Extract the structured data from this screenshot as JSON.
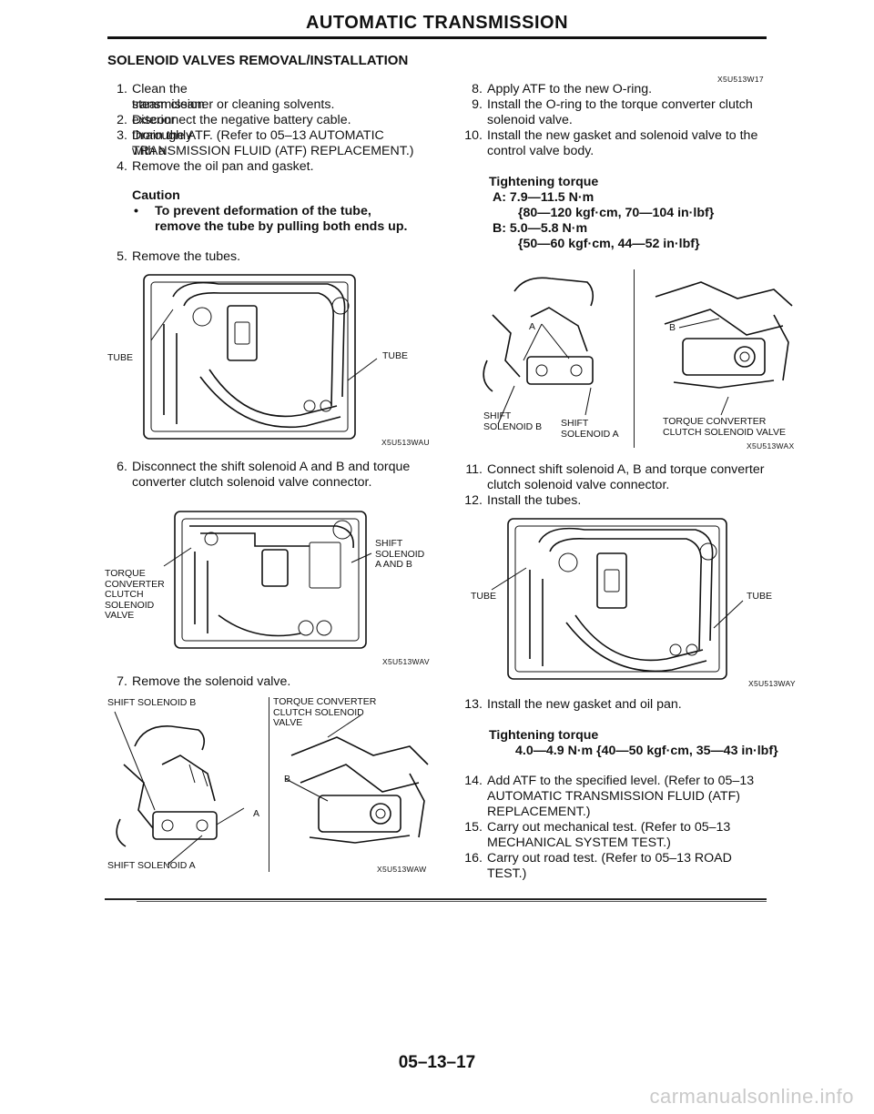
{
  "header": {
    "title": "AUTOMATIC TRANSMISSION"
  },
  "section": {
    "title": "SOLENOID VALVES REMOVAL/INSTALLATION"
  },
  "left": {
    "steps_a": [
      {
        "num": "1.",
        "lines": [
          "Clean the transmission exterior thoroughly with a",
          "steam cleaner or cleaning solvents."
        ]
      },
      {
        "num": "2.",
        "lines": [
          "Disconnect the negative battery cable."
        ]
      },
      {
        "num": "3.",
        "lines": [
          "Drain the ATF. (Refer to 05–13 AUTOMATIC",
          "TRANSMISSION FLUID (ATF) REPLACEMENT.)"
        ]
      },
      {
        "num": "4.",
        "lines": [
          "Remove the oil pan and gasket."
        ]
      }
    ],
    "caution": {
      "title": "Caution",
      "bullet": "•",
      "lines": [
        "To prevent deformation of the tube,",
        "remove the tube by pulling both ends up."
      ]
    },
    "step5": {
      "num": "5.",
      "text": "Remove the tubes."
    },
    "fig1": {
      "label_left": "TUBE",
      "label_right": "TUBE",
      "code": "X5U513WAU"
    },
    "step6": {
      "num": "6.",
      "lines": [
        "Disconnect the shift solenoid A and B and torque",
        "converter clutch solenoid valve connector."
      ]
    },
    "fig2": {
      "label_left": [
        "TORQUE",
        "CONVERTER",
        "CLUTCH",
        "SOLENOID",
        "VALVE"
      ],
      "label_right": [
        "SHIFT",
        "SOLENOID",
        "A AND B"
      ],
      "code": "X5U513WAV"
    },
    "step7": {
      "num": "7.",
      "text": "Remove the solenoid valve."
    },
    "fig3": {
      "label_top": "SHIFT SOLENOID B",
      "label_a": "A",
      "label_bottom": "SHIFT SOLENOID A",
      "label_right_top": [
        "TORQUE CONVERTER",
        "CLUTCH SOLENOID",
        "VALVE"
      ],
      "label_b": "B",
      "code": "X5U513WAW"
    }
  },
  "right": {
    "doc_code": "X5U513W17",
    "steps_b": [
      {
        "num": "8.",
        "lines": [
          "Apply ATF to the new O-ring."
        ]
      },
      {
        "num": "9.",
        "lines": [
          "Install the O-ring to the torque converter clutch",
          "solenoid valve."
        ]
      },
      {
        "num": "10.",
        "lines": [
          "Install the new gasket and solenoid valve to the",
          "control valve body."
        ]
      }
    ],
    "torque1": {
      "title": "Tightening torque",
      "lines": [
        "A: 7.9—11.5 N·m",
        "{80—120 kgf·cm, 70—104 in·lbf}",
        "B: 5.0—5.8 N·m",
        "{50—60 kgf·cm, 44—52 in·lbf}"
      ]
    },
    "fig4": {
      "label_a": "A",
      "label_b": "B",
      "label_shift_b": [
        "SHIFT",
        "SOLENOID B"
      ],
      "label_shift_a": [
        "SHIFT",
        "SOLENOID A"
      ],
      "label_tcc": [
        "TORQUE CONVERTER",
        "CLUTCH SOLENOID VALVE"
      ],
      "code": "X5U513WAX"
    },
    "steps_c": [
      {
        "num": "11.",
        "lines": [
          "Connect shift solenoid A, B and torque converter",
          "clutch solenoid valve connector."
        ]
      },
      {
        "num": "12.",
        "lines": [
          "Install the tubes."
        ]
      }
    ],
    "fig5": {
      "label_left": "TUBE",
      "label_right": "TUBE",
      "code": "X5U513WAY"
    },
    "step13": {
      "num": "13.",
      "text": "Install the new gasket and oil pan."
    },
    "torque2": {
      "title": "Tightening torque",
      "line": "4.0—4.9 N·m {40—50 kgf·cm, 35—43 in·lbf}"
    },
    "steps_d": [
      {
        "num": "14.",
        "lines": [
          "Add ATF to the specified level. (Refer to 05–13",
          "AUTOMATIC TRANSMISSION FLUID (ATF)",
          "REPLACEMENT.)"
        ]
      },
      {
        "num": "15.",
        "lines": [
          "Carry out mechanical test. (Refer to 05–13",
          "MECHANICAL SYSTEM TEST.)"
        ]
      },
      {
        "num": "16.",
        "lines": [
          "Carry out road test. (Refer to 05–13 ROAD",
          "TEST.)"
        ]
      }
    ]
  },
  "footer": {
    "page_number": "05–13–17",
    "watermark": "carmanualsonline.info"
  }
}
